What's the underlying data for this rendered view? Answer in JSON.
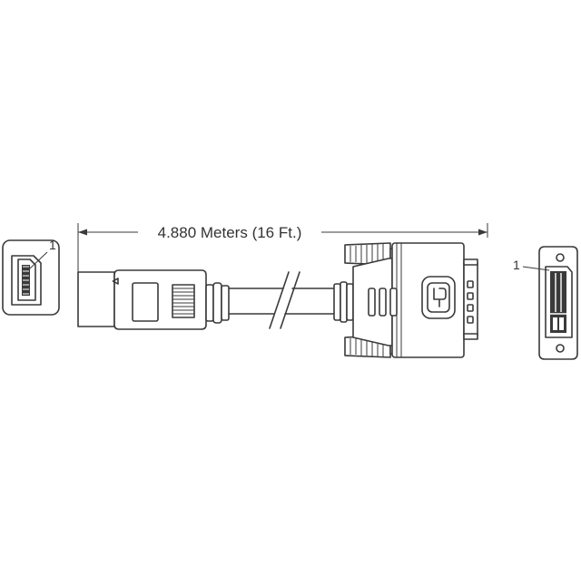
{
  "dimension": {
    "length_label": "4.880 Meters (16 Ft.)"
  },
  "callouts": {
    "left_pin_label": "1",
    "right_pin_label": "1"
  },
  "colors": {
    "line": "#3a3a3a",
    "background": "#ffffff",
    "text": "#333333"
  },
  "parts": {
    "left_end_view": "HDMI connector end view",
    "left_connector": "HDMI plug",
    "right_connector": "DVI plug",
    "right_end_view": "DVI connector end view"
  }
}
